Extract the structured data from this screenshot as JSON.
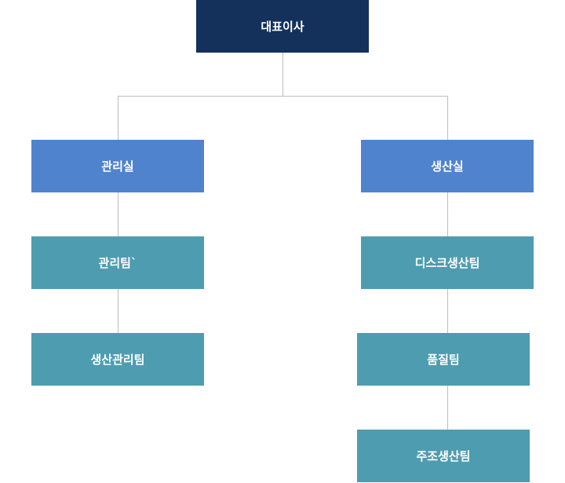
{
  "org_chart": {
    "root": {
      "label": "대표이사"
    },
    "departments": [
      {
        "label": "관리실",
        "teams": [
          {
            "label": "관리팀`"
          },
          {
            "label": "생산관리팀"
          }
        ]
      },
      {
        "label": "생산실",
        "teams": [
          {
            "label": "디스크생산팀"
          },
          {
            "label": "품질팀"
          },
          {
            "label": "주조생산팀"
          }
        ]
      }
    ]
  },
  "colors": {
    "root_box": "#14315c",
    "department_box": "#5083ce",
    "team_box": "#4e9cb0",
    "connector": "#bdbdbd",
    "text": "#ffffff"
  }
}
